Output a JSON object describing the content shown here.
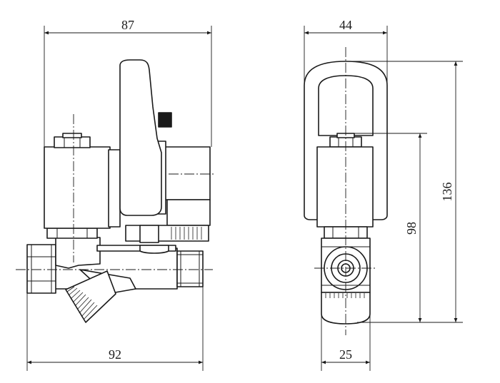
{
  "dimensions": {
    "front_top_width": "87",
    "front_bottom_width": "92",
    "side_top_width": "44",
    "side_bottom_width": "25",
    "side_inner_height": "98",
    "side_total_height": "136"
  }
}
